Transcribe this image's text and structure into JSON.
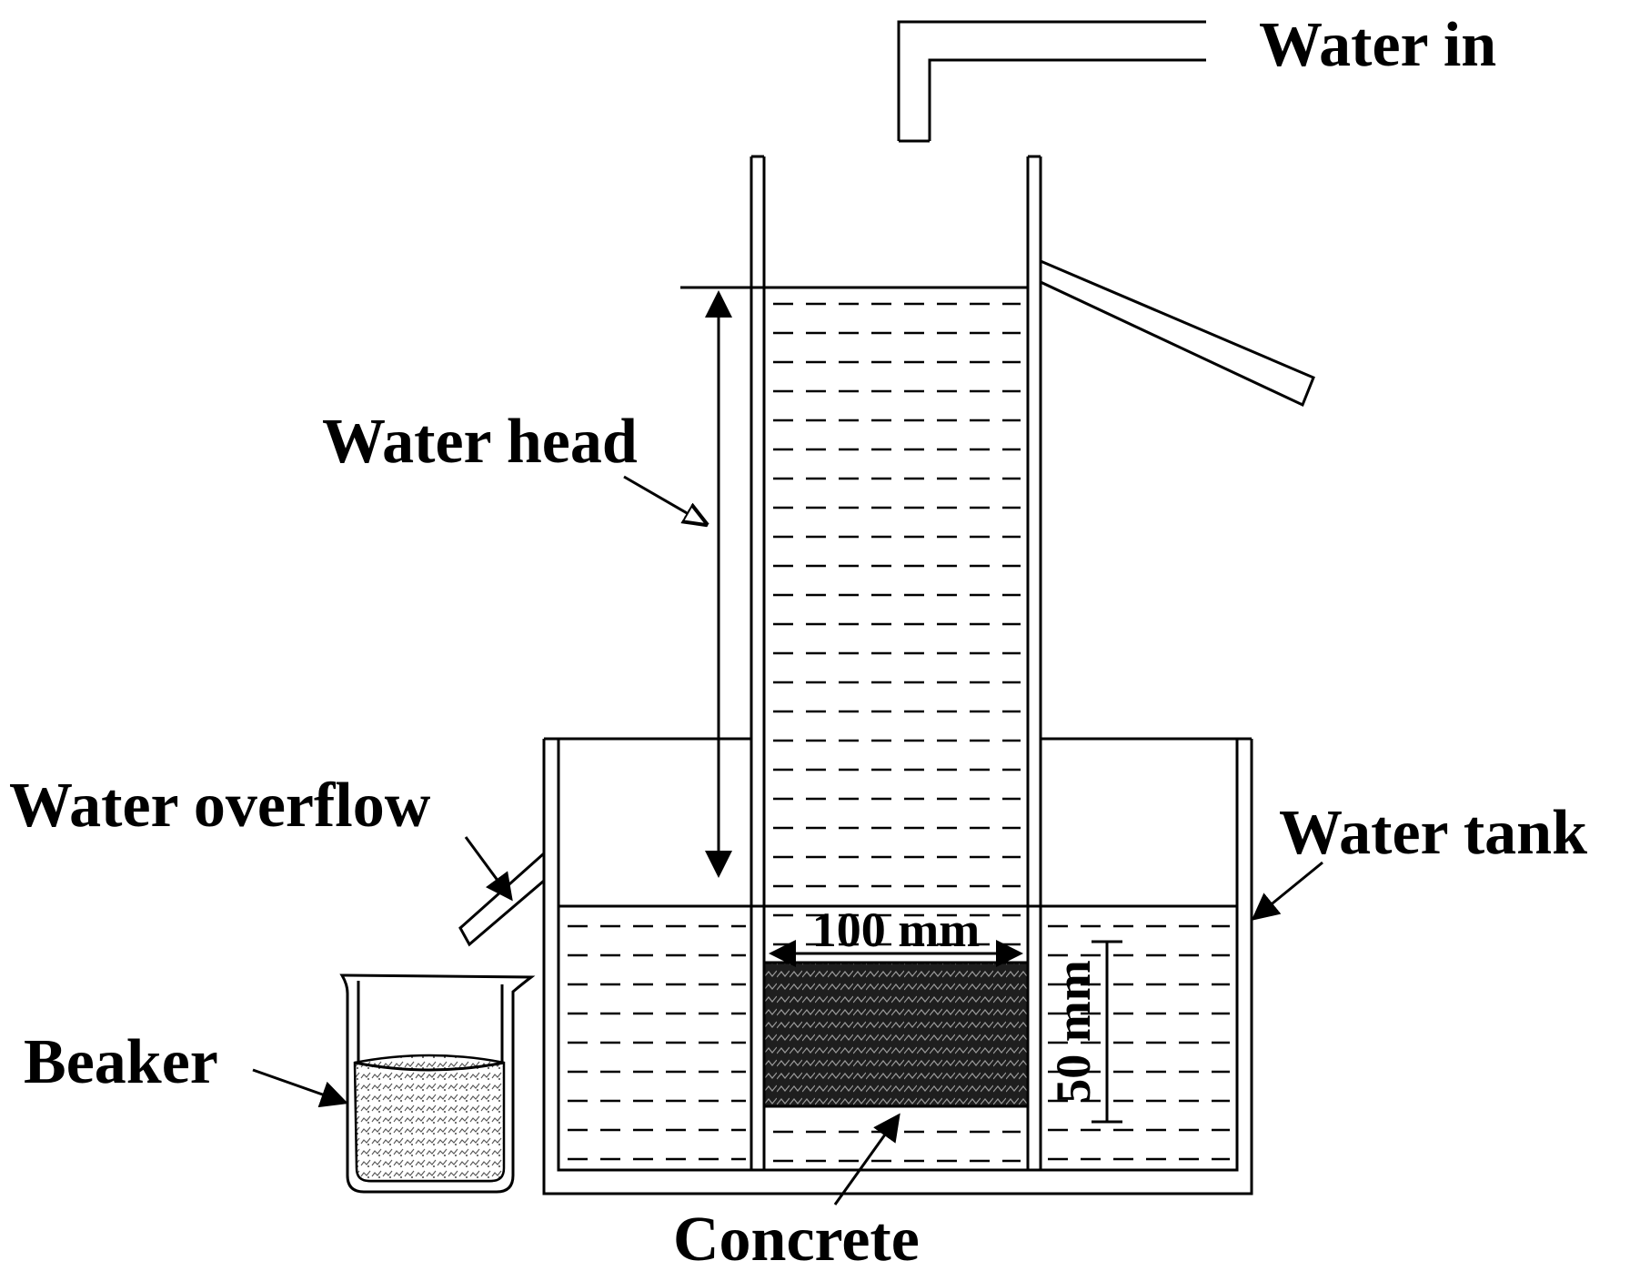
{
  "labels": {
    "water_in": "Water in",
    "water_head": "Water head",
    "water_overflow": "Water overflow",
    "water_tank": "Water tank",
    "beaker": "Beaker",
    "concrete": "Concrete",
    "width_dimension": "100 mm",
    "height_dimension": "50 mm"
  },
  "colors": {
    "line": "#000000",
    "background": "#ffffff",
    "concrete_fill": "#2a2a2a"
  }
}
